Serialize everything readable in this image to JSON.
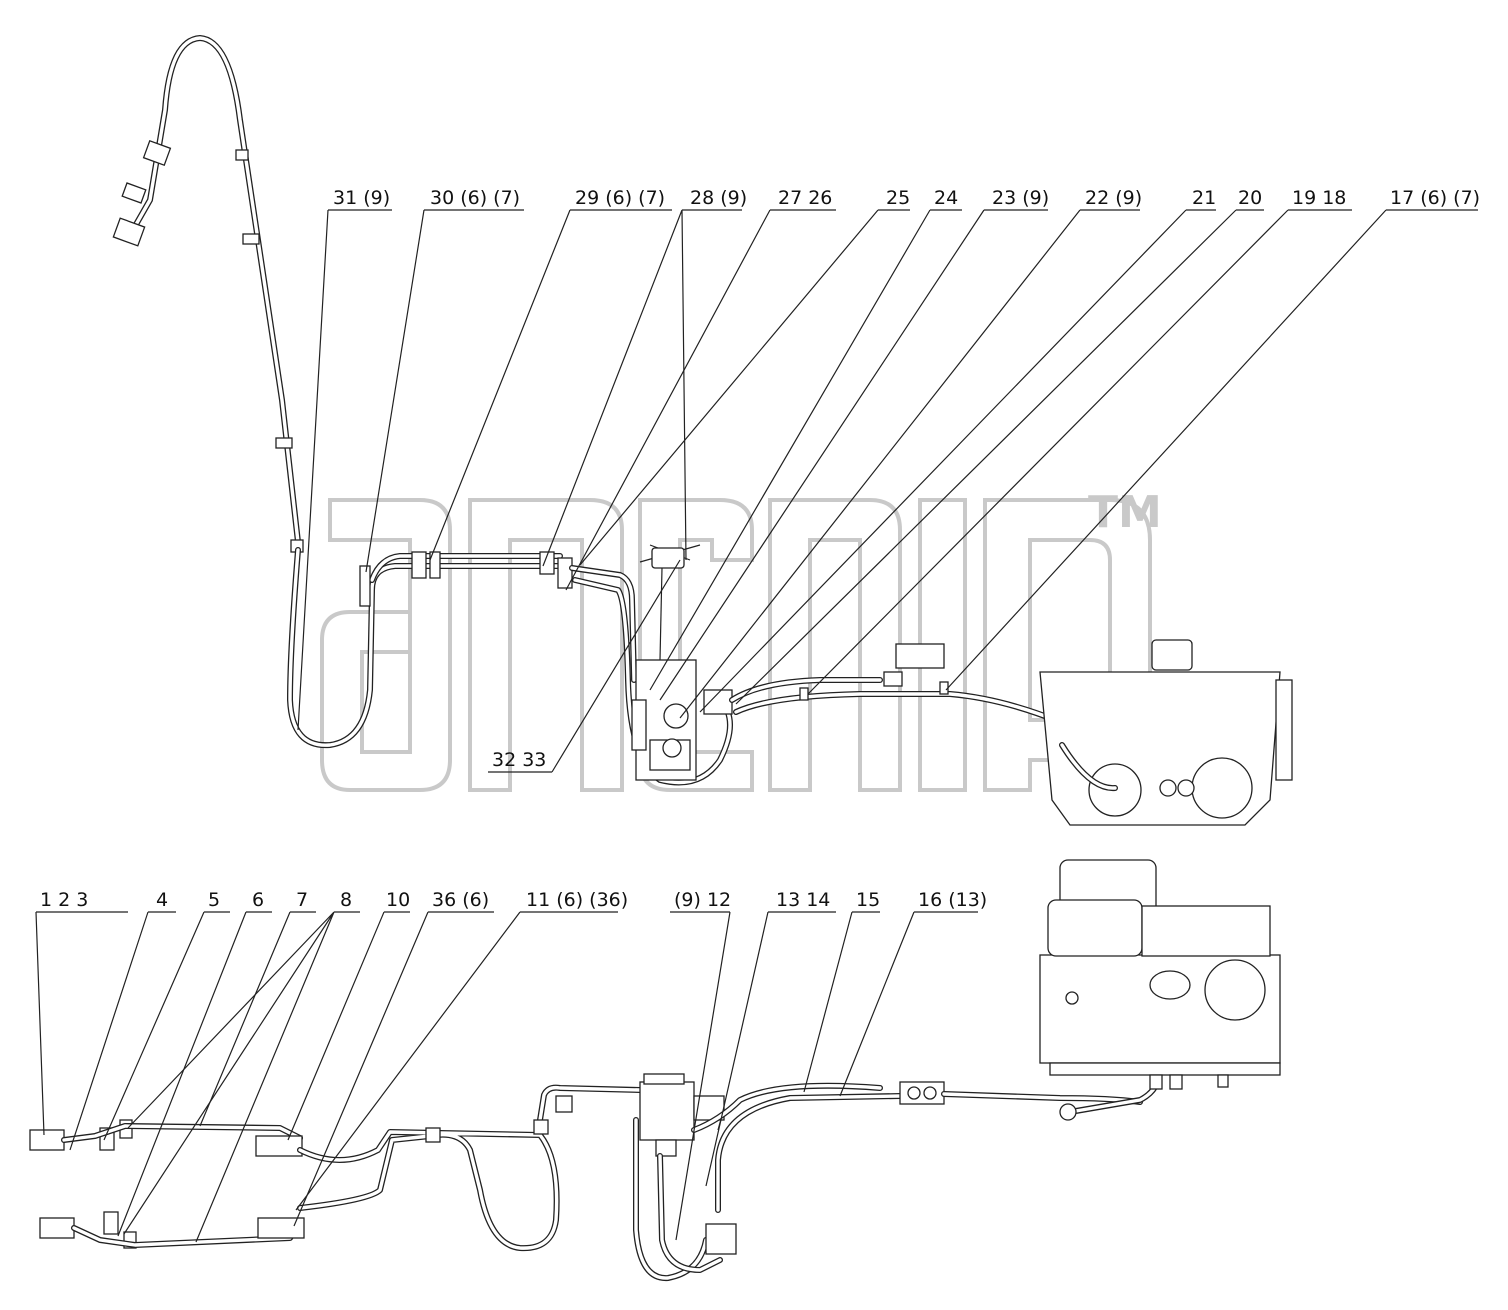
{
  "watermark": {
    "text": "TM"
  },
  "top_callouts": [
    {
      "id": "c31",
      "text": "31  (9)"
    },
    {
      "id": "c30",
      "text": "30  (6)  (7)"
    },
    {
      "id": "c29",
      "text": "29  (6)  (7)"
    },
    {
      "id": "c28",
      "text": "28 (9)"
    },
    {
      "id": "c27",
      "text": "27  26"
    },
    {
      "id": "c25",
      "text": "25"
    },
    {
      "id": "c24",
      "text": "24"
    },
    {
      "id": "c23",
      "text": "23 (9)"
    },
    {
      "id": "c22",
      "text": "22  (9)"
    },
    {
      "id": "c21",
      "text": "21"
    },
    {
      "id": "c20",
      "text": "20"
    },
    {
      "id": "c19",
      "text": "19  18"
    },
    {
      "id": "c17",
      "text": "17 (6)  (7)"
    },
    {
      "id": "c32",
      "text": "32  33"
    }
  ],
  "bottom_callouts": [
    {
      "id": "b1",
      "text": "1   2   3"
    },
    {
      "id": "b4",
      "text": "4"
    },
    {
      "id": "b5",
      "text": "5"
    },
    {
      "id": "b6",
      "text": "6"
    },
    {
      "id": "b7",
      "text": "7"
    },
    {
      "id": "b8",
      "text": "8"
    },
    {
      "id": "b10",
      "text": "10"
    },
    {
      "id": "b36",
      "text": "36  (6)"
    },
    {
      "id": "b11",
      "text": "11  (6) (36)"
    },
    {
      "id": "b12",
      "text": "(9)  12"
    },
    {
      "id": "b13",
      "text": "13  14"
    },
    {
      "id": "b15",
      "text": "15"
    },
    {
      "id": "b16",
      "text": "16 (13)"
    }
  ]
}
